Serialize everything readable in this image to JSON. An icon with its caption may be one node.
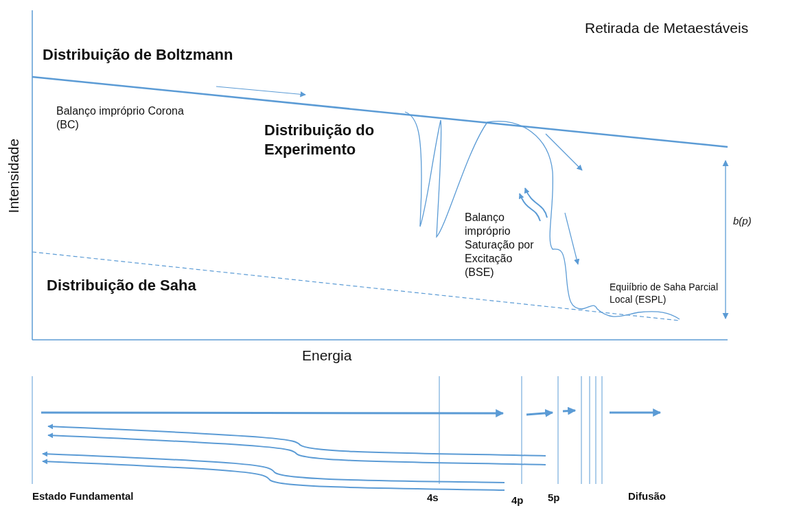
{
  "diagram": {
    "labels": [
      "Retirada de Metaestáveis",
      "Distribuição de Boltzmann",
      "Balanço impróprio Corona (BC)",
      "Distribuição do Experimento",
      "Intensidade",
      "Balanço impróprio Saturação por Excitação (BSE)",
      "b(p)",
      "Distribuição de Saha",
      "Equiíbrio de Saha Parcial Local (ESPL)",
      "Energia",
      "Estado Fundamental",
      "4s",
      "4p",
      "5p",
      "Difusão"
    ]
  }
}
